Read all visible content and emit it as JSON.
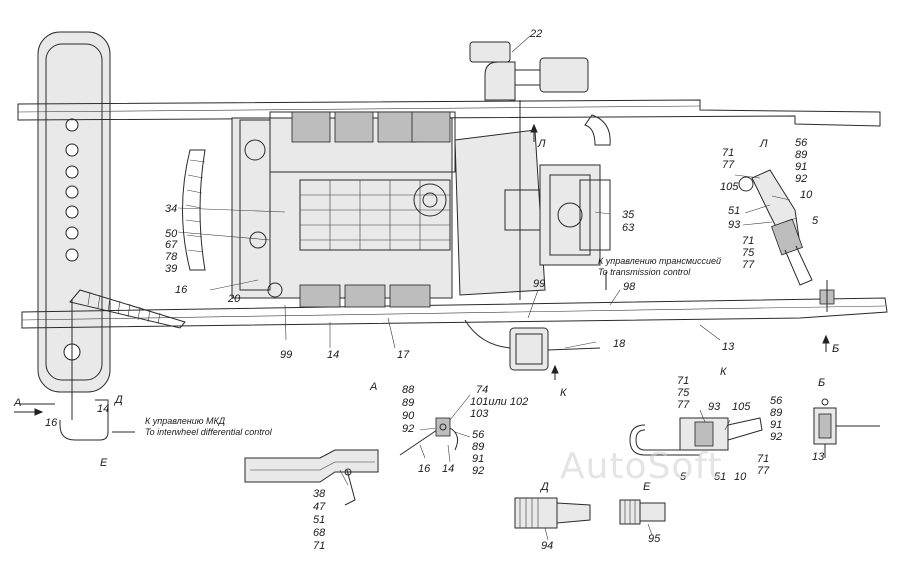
{
  "watermark": "AutoSoft",
  "view_titles": {
    "A": "А",
    "K": "К",
    "L": "Л",
    "B": "Б",
    "D": "Д",
    "E": "Е"
  },
  "captions": {
    "transmission_ru": "К управлению трансмиссией",
    "transmission_en": "To transmission control",
    "mkd_ru": "К управлению МКД",
    "mkd_en": "To interwheel differential control"
  },
  "callouts": {
    "c22": "22",
    "c34": "34",
    "c50": "50",
    "c67": "67",
    "c78": "78",
    "c39": "39",
    "c16_top": "16",
    "c20": "20",
    "c99_bot": "99",
    "c14_bot": "14",
    "c17": "17",
    "c99_mid": "99",
    "c98": "98",
    "c18": "18",
    "c13": "13",
    "c35": "35",
    "c63": "63",
    "arrow_L": "Л",
    "arrow_K": "К",
    "arrow_B": "Б",
    "L71": "71",
    "L77": "77",
    "L105": "105",
    "L51": "51",
    "L93": "93",
    "L56": "56",
    "L89": "89",
    "L91": "91",
    "L92": "92",
    "L10": "10",
    "L5": "5",
    "L71b": "71",
    "L75": "75",
    "L77b": "77",
    "arrowA": "А",
    "e14": "14",
    "e16": "16",
    "eD": "Д",
    "eE": "Е",
    "a88": "88",
    "a89": "89",
    "a90": "90",
    "a92": "92",
    "a74": "74",
    "a101": "101или 102",
    "a103": "103",
    "a56": "56",
    "a89b": "89",
    "a91": "91",
    "a92b": "92",
    "a16": "16",
    "a14": "14",
    "a38": "38",
    "a47": "47",
    "a51": "51",
    "a68": "68",
    "a71": "71",
    "k71": "71",
    "k75": "75",
    "k77": "77",
    "k93": "93",
    "k105": "105",
    "k56": "56",
    "k89": "89",
    "k91": "91",
    "k92": "92",
    "k5": "5",
    "k51": "51",
    "k10": "10",
    "k71b": "71",
    "k77b": "77",
    "b13": "13",
    "d94": "94",
    "e95": "95"
  }
}
